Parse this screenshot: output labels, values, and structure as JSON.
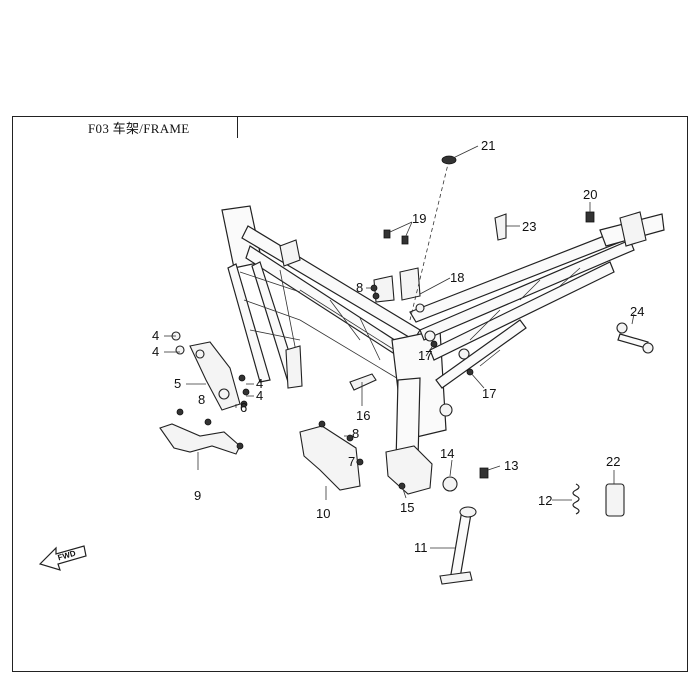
{
  "header": {
    "title": "F03 车架/FRAME"
  },
  "callouts": [
    {
      "id": "21",
      "text": "21"
    },
    {
      "id": "20",
      "text": "20"
    },
    {
      "id": "19",
      "text": "19"
    },
    {
      "id": "23",
      "text": "23"
    },
    {
      "id": "18",
      "text": "18"
    },
    {
      "id": "8a",
      "text": "8"
    },
    {
      "id": "4a",
      "text": "4"
    },
    {
      "id": "4b",
      "text": "4"
    },
    {
      "id": "5",
      "text": "5"
    },
    {
      "id": "4c",
      "text": "4"
    },
    {
      "id": "4d",
      "text": "4"
    },
    {
      "id": "6",
      "text": "6"
    },
    {
      "id": "8b",
      "text": "8"
    },
    {
      "id": "9",
      "text": "9"
    },
    {
      "id": "17a",
      "text": "17"
    },
    {
      "id": "17b",
      "text": "17"
    },
    {
      "id": "16",
      "text": "16"
    },
    {
      "id": "8c",
      "text": "8"
    },
    {
      "id": "7",
      "text": "7"
    },
    {
      "id": "10",
      "text": "10"
    },
    {
      "id": "14",
      "text": "14"
    },
    {
      "id": "13",
      "text": "13"
    },
    {
      "id": "15",
      "text": "15"
    },
    {
      "id": "24",
      "text": "24"
    },
    {
      "id": "22",
      "text": "22"
    },
    {
      "id": "12",
      "text": "12"
    },
    {
      "id": "11",
      "text": "11"
    }
  ],
  "fwd_label": "FWD"
}
